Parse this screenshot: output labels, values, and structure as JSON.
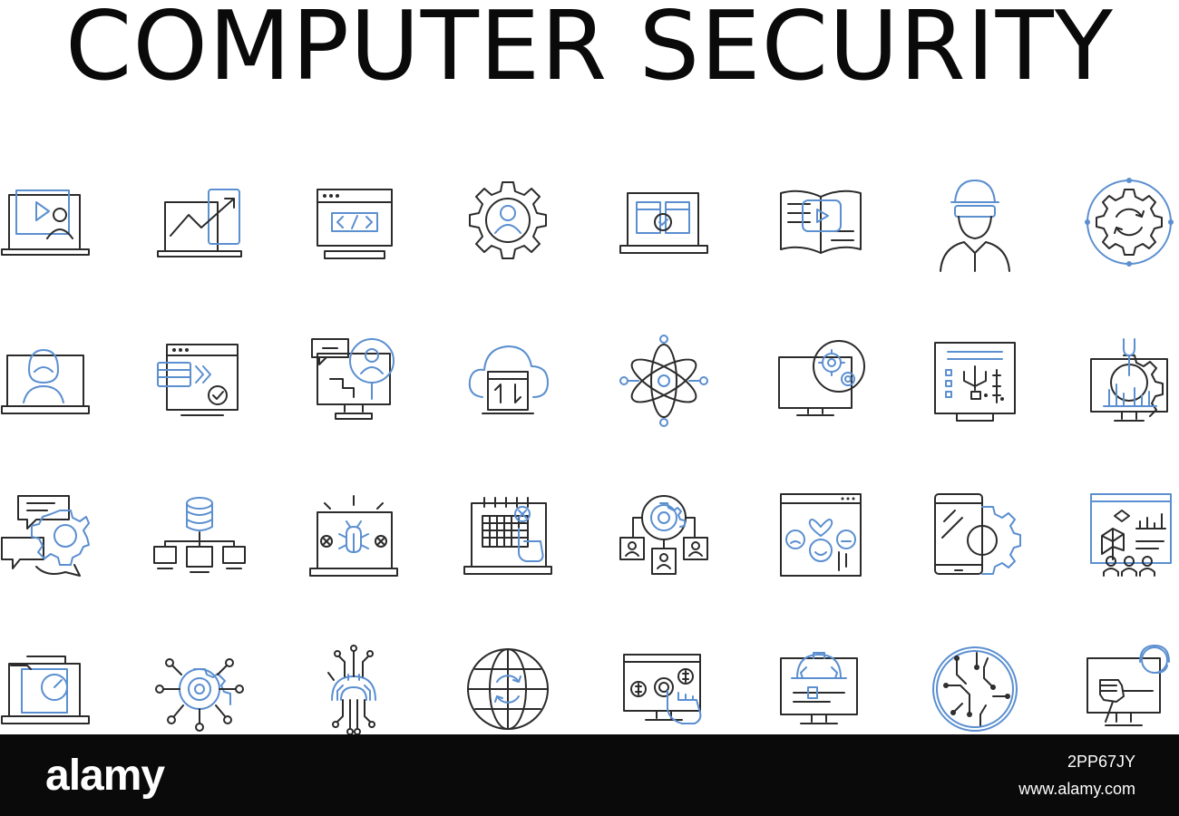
{
  "header": {
    "title": "COMPUTER SECURITY"
  },
  "icons": [
    "laptop-video-tutorial-icon",
    "laptop-growth-chart-icon",
    "browser-code-icon",
    "user-gear-icon",
    "laptop-approved-windows-icon",
    "open-book-video-icon",
    "engineer-vr-headset-icon",
    "gear-refresh-cycle-icon",
    "laptop-woman-avatar-icon",
    "browser-payment-card-icon",
    "monitor-search-user-icon",
    "cloud-transfer-icon",
    "atom-network-icon",
    "monitor-gears-icon",
    "circuit-board-icon",
    "monitor-wrench-gear-icon",
    "chat-gear-icon",
    "database-network-icon",
    "laptop-bug-icon",
    "laptop-calendar-touch-icon",
    "gear-user-network-icon",
    "screen-emotion-faces-icon",
    "tablet-gear-icon",
    "presentation-audience-chart-icon",
    "laptop-folder-gauge-icon",
    "gear-nodes-icon",
    "gear-circuit-icon",
    "globe-refresh-icon",
    "monitor-coin-tap-icon",
    "monitor-gear-slider-icon",
    "circuit-circle-icon",
    "monitor-hand-support-icon"
  ],
  "footer": {
    "brand": "alamy",
    "image_id": "2PP67JY",
    "site": "www.alamy.com"
  },
  "colors": {
    "accent": "#5b8fd0",
    "stroke": "#2b2b2b",
    "footer_bg": "#0a0a0a"
  }
}
